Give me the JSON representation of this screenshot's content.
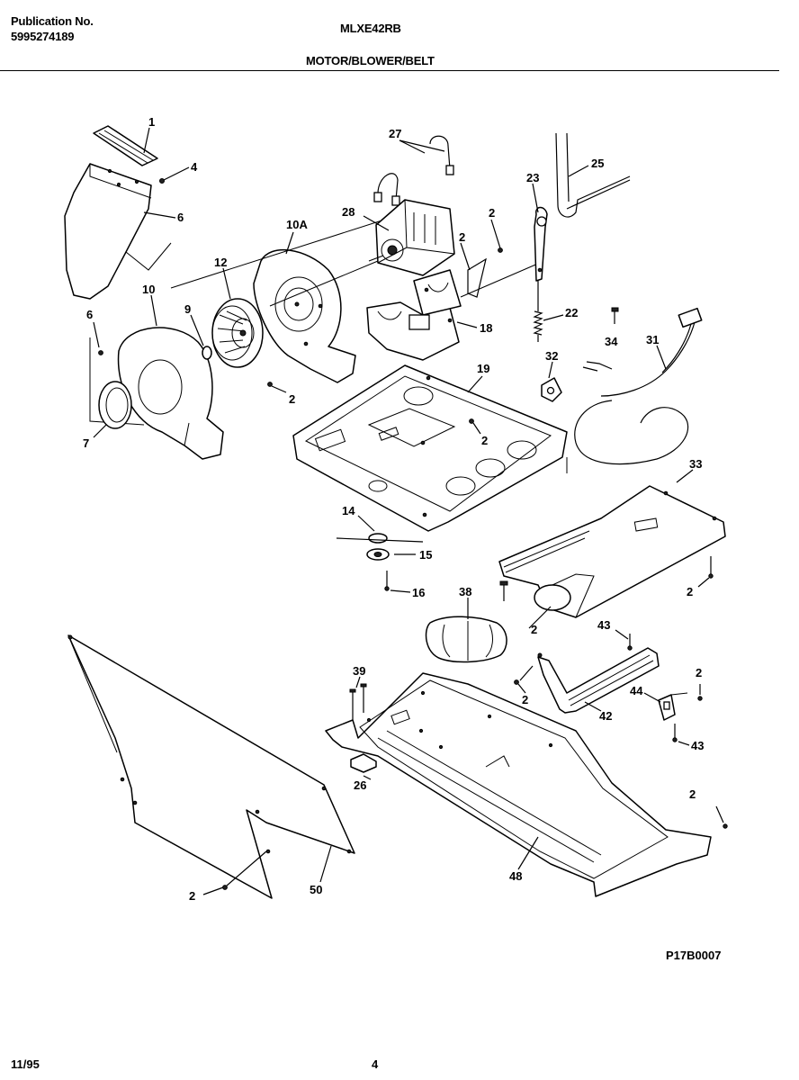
{
  "header": {
    "publication_label": "Publication No.",
    "publication_number": "5995274189",
    "model": "MLXE42RB",
    "section_title": "MOTOR/BLOWER/BELT"
  },
  "figure_code": "P17B0007",
  "footer": {
    "date": "11/95",
    "page": "4"
  },
  "callouts": {
    "c1": "1",
    "c4": "4",
    "c6a": "6",
    "c6b": "6",
    "c10a": "10A",
    "c12": "12",
    "c10": "10",
    "c9": "9",
    "c7": "7",
    "c2a": "2",
    "c27": "27",
    "c28": "28",
    "c2b": "2",
    "c2c": "2",
    "c18": "18",
    "c25": "25",
    "c23": "23",
    "c22": "22",
    "c34": "34",
    "c31": "31",
    "c32": "32",
    "c19": "19",
    "c2d": "2",
    "c14": "14",
    "c15": "15",
    "c16": "16",
    "c33": "33",
    "c2e": "2",
    "c38": "38",
    "c2f": "2",
    "c43a": "43",
    "c2g": "2",
    "c42": "42",
    "c2h": "2",
    "c44": "44",
    "c43b": "43",
    "c39": "39",
    "c26": "26",
    "c2i": "2",
    "c48": "48",
    "c2j": "2",
    "c50": "50"
  }
}
